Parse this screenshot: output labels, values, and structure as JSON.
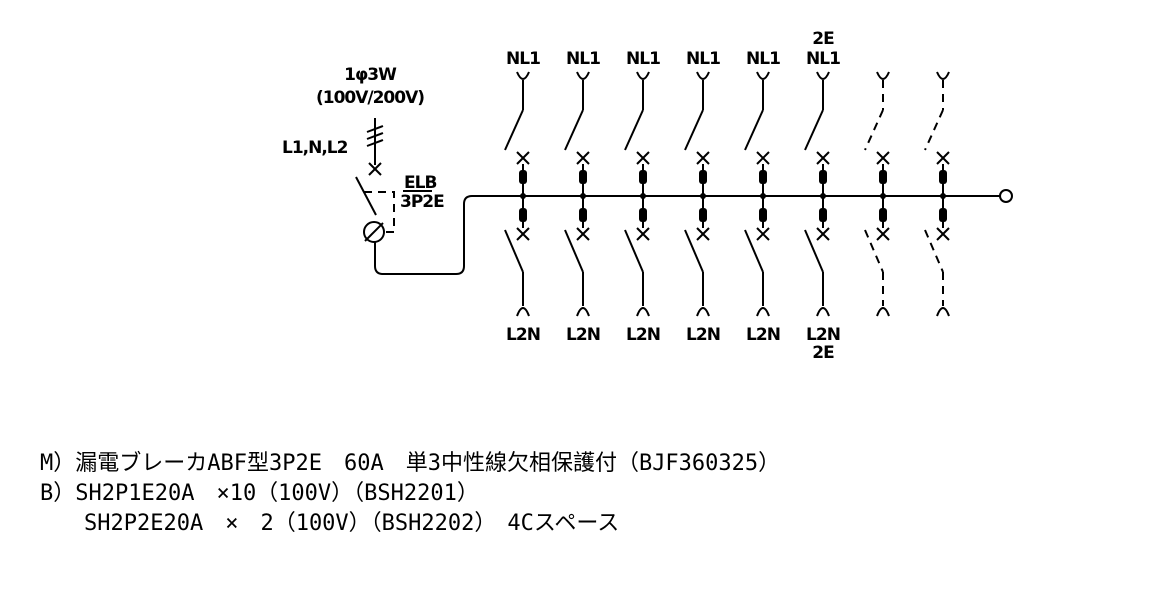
{
  "supply": {
    "phase": "1φ3W",
    "voltage": "(100V/200V)",
    "lines": "L1,N,L2"
  },
  "main_breaker": {
    "name": "ELB",
    "spec": "3P2E"
  },
  "branches": [
    {
      "top": "NL1",
      "bottom": "L2N",
      "top_extra": "",
      "bottom_extra": "",
      "spare": false
    },
    {
      "top": "NL1",
      "bottom": "L2N",
      "top_extra": "",
      "bottom_extra": "",
      "spare": false
    },
    {
      "top": "NL1",
      "bottom": "L2N",
      "top_extra": "",
      "bottom_extra": "",
      "spare": false
    },
    {
      "top": "NL1",
      "bottom": "L2N",
      "top_extra": "",
      "bottom_extra": "",
      "spare": false
    },
    {
      "top": "NL1",
      "bottom": "L2N",
      "top_extra": "",
      "bottom_extra": "",
      "spare": false
    },
    {
      "top": "NL1",
      "bottom": "L2N",
      "top_extra": "2E",
      "bottom_extra": "2E",
      "spare": false
    },
    {
      "top": "",
      "bottom": "",
      "top_extra": "",
      "bottom_extra": "",
      "spare": true
    },
    {
      "top": "",
      "bottom": "",
      "top_extra": "",
      "bottom_extra": "",
      "spare": true
    }
  ],
  "notes": [
    "M）漏電ブレーカABF型3P2E　60A　単3中性線欠相保護付（BJF360325）",
    "B）SH2P1E20A　×10（100V）（BSH2201）",
    "　　SH2P2E20A　×　2（100V）（BSH2202）　4Cスペース"
  ]
}
